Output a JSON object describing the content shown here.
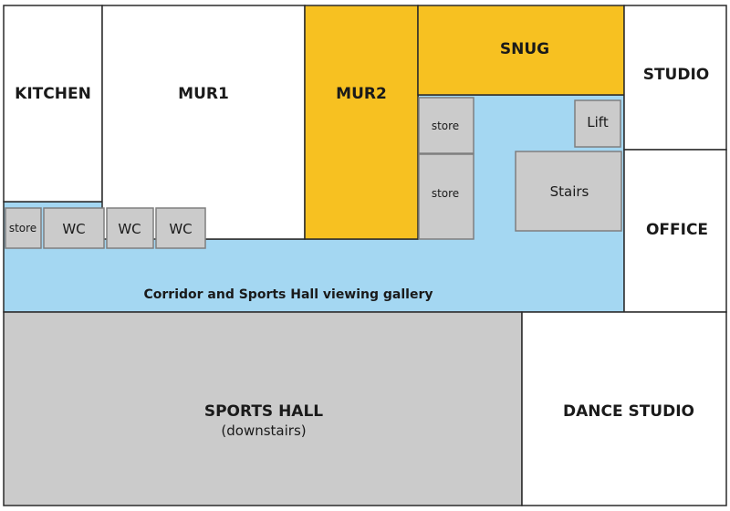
{
  "rooms": {
    "kitchen": "KITCHEN",
    "mur1": "MUR1",
    "mur2": "MUR2",
    "snug": "SNUG",
    "studio": "STUDIO",
    "office": "OFFICE",
    "store_top": "store",
    "store_mid": "store",
    "store_left": "store",
    "lift": "Lift",
    "stairs": "Stairs",
    "wc_1": "WC",
    "wc_2": "WC",
    "wc_3": "WC",
    "corridor": "Corridor and Sports Hall viewing gallery",
    "sports_hall": "SPORTS HALL",
    "sports_hall_note": "(downstairs)",
    "dance_studio": "DANCE STUDIO"
  },
  "colors": {
    "meeting_room_highlight": "#f7c121",
    "corridor": "#a4d7f2",
    "service_rooms": "#cbcbcb"
  }
}
